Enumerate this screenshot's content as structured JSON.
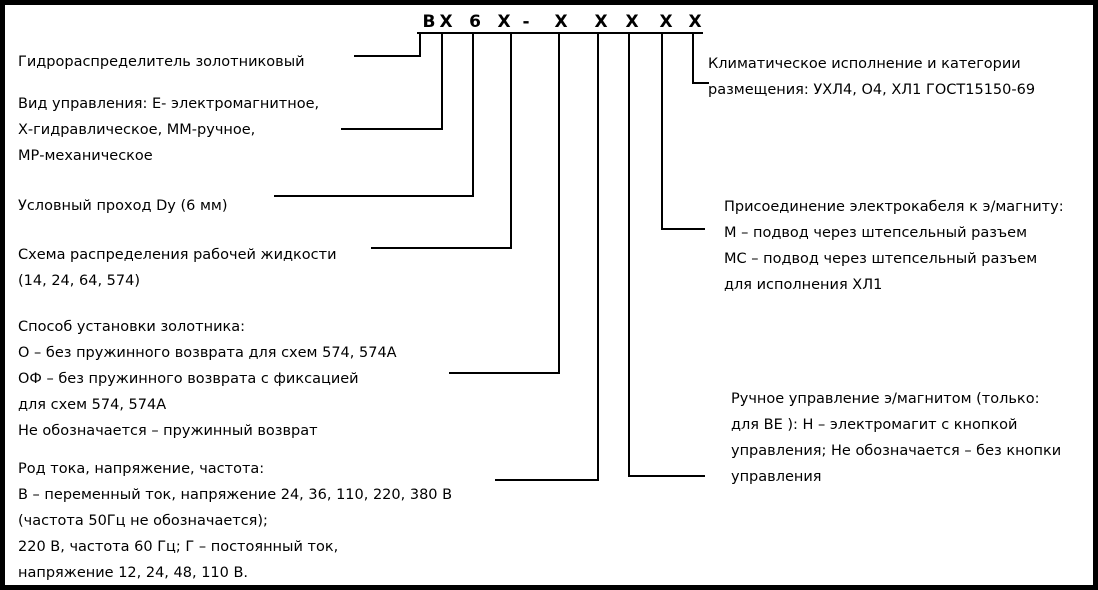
{
  "code": {
    "chars": [
      "В",
      "Х",
      "6",
      "Х",
      "-",
      "Х",
      "Х",
      "Х",
      "Х",
      "Х"
    ]
  },
  "left_blocks": [
    {
      "lines": [
        "Гидрораспределитель золотниковый"
      ]
    },
    {
      "lines": [
        "Вид управления: Е- электромагнитное,",
        "Х-гидравлическое, ММ-ручное,",
        "МР-механическое"
      ]
    },
    {
      "lines": [
        "Условный проход Dу (6 мм)"
      ]
    },
    {
      "lines": [
        "Схема распределения рабочей жидкости",
        "(14, 24, 64, 574)"
      ]
    },
    {
      "lines": [
        "Способ установки золотника:",
        "О – без пружинного возврата для схем 574, 574А",
        "ОФ – без пружинного возврата с фиксацией",
        "для схем 574, 574А",
        "Не обозначается – пружинный возврат"
      ]
    },
    {
      "lines": [
        "Род тока, напряжение, частота:",
        "В – переменный ток, напряжение 24, 36, 110, 220, 380 В",
        "(частота 50Гц не обозначается);",
        "220 В, частота 60 Гц; Г – постоянный ток,",
        "напряжение 12, 24, 48, 110 В."
      ]
    }
  ],
  "right_blocks": [
    {
      "lines": [
        "Климатическое исполнение и категории",
        "размещения: УХЛ4, О4, ХЛ1 ГОСТ15150-69"
      ]
    },
    {
      "lines": [
        "Присоединение электрокабеля к э/магниту:",
        "М – подвод через штепсельный разъем",
        "МС – подвод через штепсельный разъем",
        "для исполнения ХЛ1"
      ]
    },
    {
      "lines": [
        "Ручное управление э/магнитом (только:",
        "для ВЕ ): Н – электромагит с кнопкой",
        "управления; Не обозначается – без кнопки",
        "управления"
      ]
    }
  ],
  "colors": {
    "line": "#000000",
    "text": "#000000",
    "background": "#ffffff",
    "border": "#000000"
  }
}
